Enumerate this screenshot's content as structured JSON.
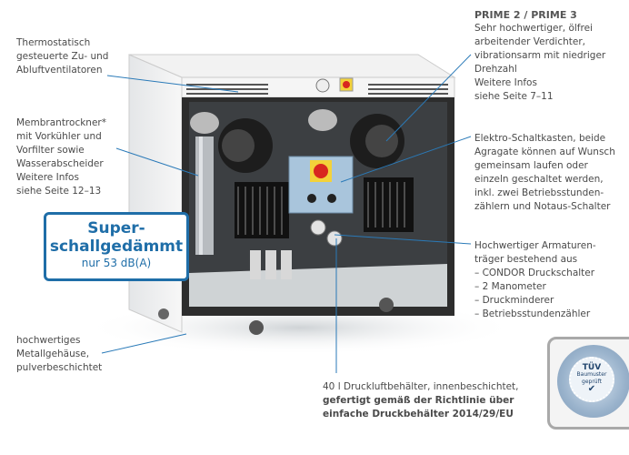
{
  "annotations_left": {
    "ventilation": [
      "Thermostatisch",
      "gesteuerte Zu- und",
      "Abluftventilatoren"
    ],
    "dryer": [
      "Membrantrockner*",
      "mit Vorkühler und",
      "Vorfilter sowie",
      "Wasserabscheider",
      "Weitere Infos",
      "siehe Seite 12–13"
    ],
    "housing": [
      "hochwertiges",
      "Metallgehäuse,",
      "pulverbeschichtet"
    ]
  },
  "highlight_box": {
    "line1": "Super-",
    "line2": "schallgedämmt",
    "line3": "nur 53 dB(A)"
  },
  "annotations_right": {
    "prime_title": "PRIME 2 / PRIME 3",
    "prime": [
      "Sehr hochwertiger, ölfrei",
      "arbeitender Verdichter,",
      "vibrationsarm mit niedriger",
      "Drehzahl",
      "Weitere Infos",
      "siehe Seite 7–11"
    ],
    "control_box": [
      "Elektro-Schaltkasten, beide",
      "Agragate können auf Wunsch",
      "gemeinsam laufen oder",
      "einzeln geschaltet werden,",
      "inkl. zwei Betriebsstunden-",
      "zählern und Notaus-Schalter"
    ],
    "fittings": [
      "Hochwertiger Armaturen-",
      "träger bestehend aus",
      "– CONDOR Druckschalter",
      "– 2 Manometer",
      "– Druckminderer",
      "– Betriebsstundenzähler"
    ]
  },
  "tank_note": {
    "line1": "40 l Druckluftbehälter, innenbeschichtet,",
    "line2": "gefertigt gemäß der Richtlinie über",
    "line3": "einfache Druckbehälter 2014/29/EU"
  },
  "tuv_seal": {
    "title": "TÜV",
    "sub1": "Baumuster",
    "sub2": "geprüft"
  },
  "colors": {
    "accent": "#1f6ea8",
    "text": "#4a4a4a"
  }
}
